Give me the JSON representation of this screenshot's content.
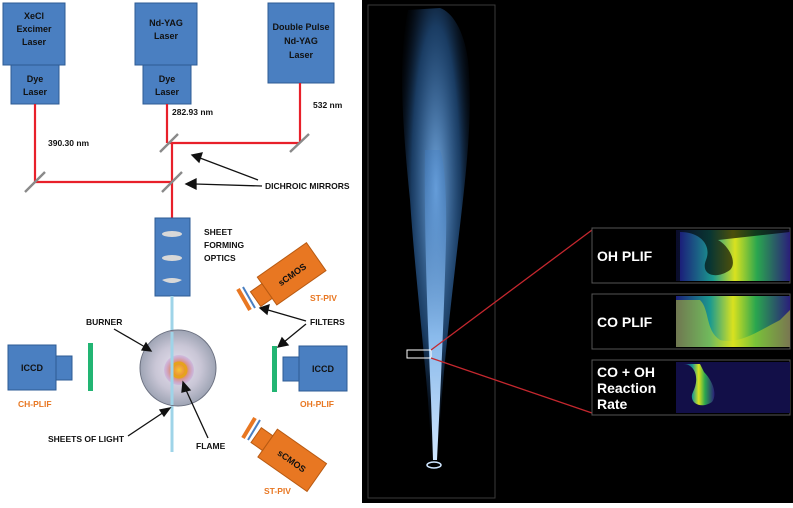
{
  "lasers": {
    "xecl": [
      "XeCl",
      "Excimer",
      "Laser"
    ],
    "ndyag": [
      "Nd-YAG",
      "Laser"
    ],
    "double_pulse": [
      "Double Pulse",
      "Nd-YAG",
      "Laser"
    ],
    "dye": [
      "Dye",
      "Laser"
    ]
  },
  "wavelengths": {
    "w1": "390.30 nm",
    "w2": "282.93 nm",
    "w3": "532 nm"
  },
  "labels": {
    "dichroic": "DICHROIC MIRRORS",
    "sheet_optics": [
      "SHEET",
      "FORMING",
      "OPTICS"
    ],
    "burner": "BURNER",
    "filters": "FILTERS",
    "flame": "FLAME",
    "sheets_of_light": "SHEETS OF LIGHT"
  },
  "cameras": {
    "iccd": "ICCD",
    "ch_plif": "CH-PLIF",
    "oh_plif": "OH-PLIF",
    "scmos": "sCMOS",
    "st_piv": "ST-PIV"
  },
  "panels": {
    "oh": "OH PLIF",
    "co": "CO PLIF",
    "rate": [
      "CO + OH",
      "Reaction",
      "Rate"
    ]
  },
  "colors": {
    "laser_box": "#4a7fc1",
    "beam": "#e8202a",
    "camera": "#e87722",
    "filter_green": "#22b573"
  }
}
